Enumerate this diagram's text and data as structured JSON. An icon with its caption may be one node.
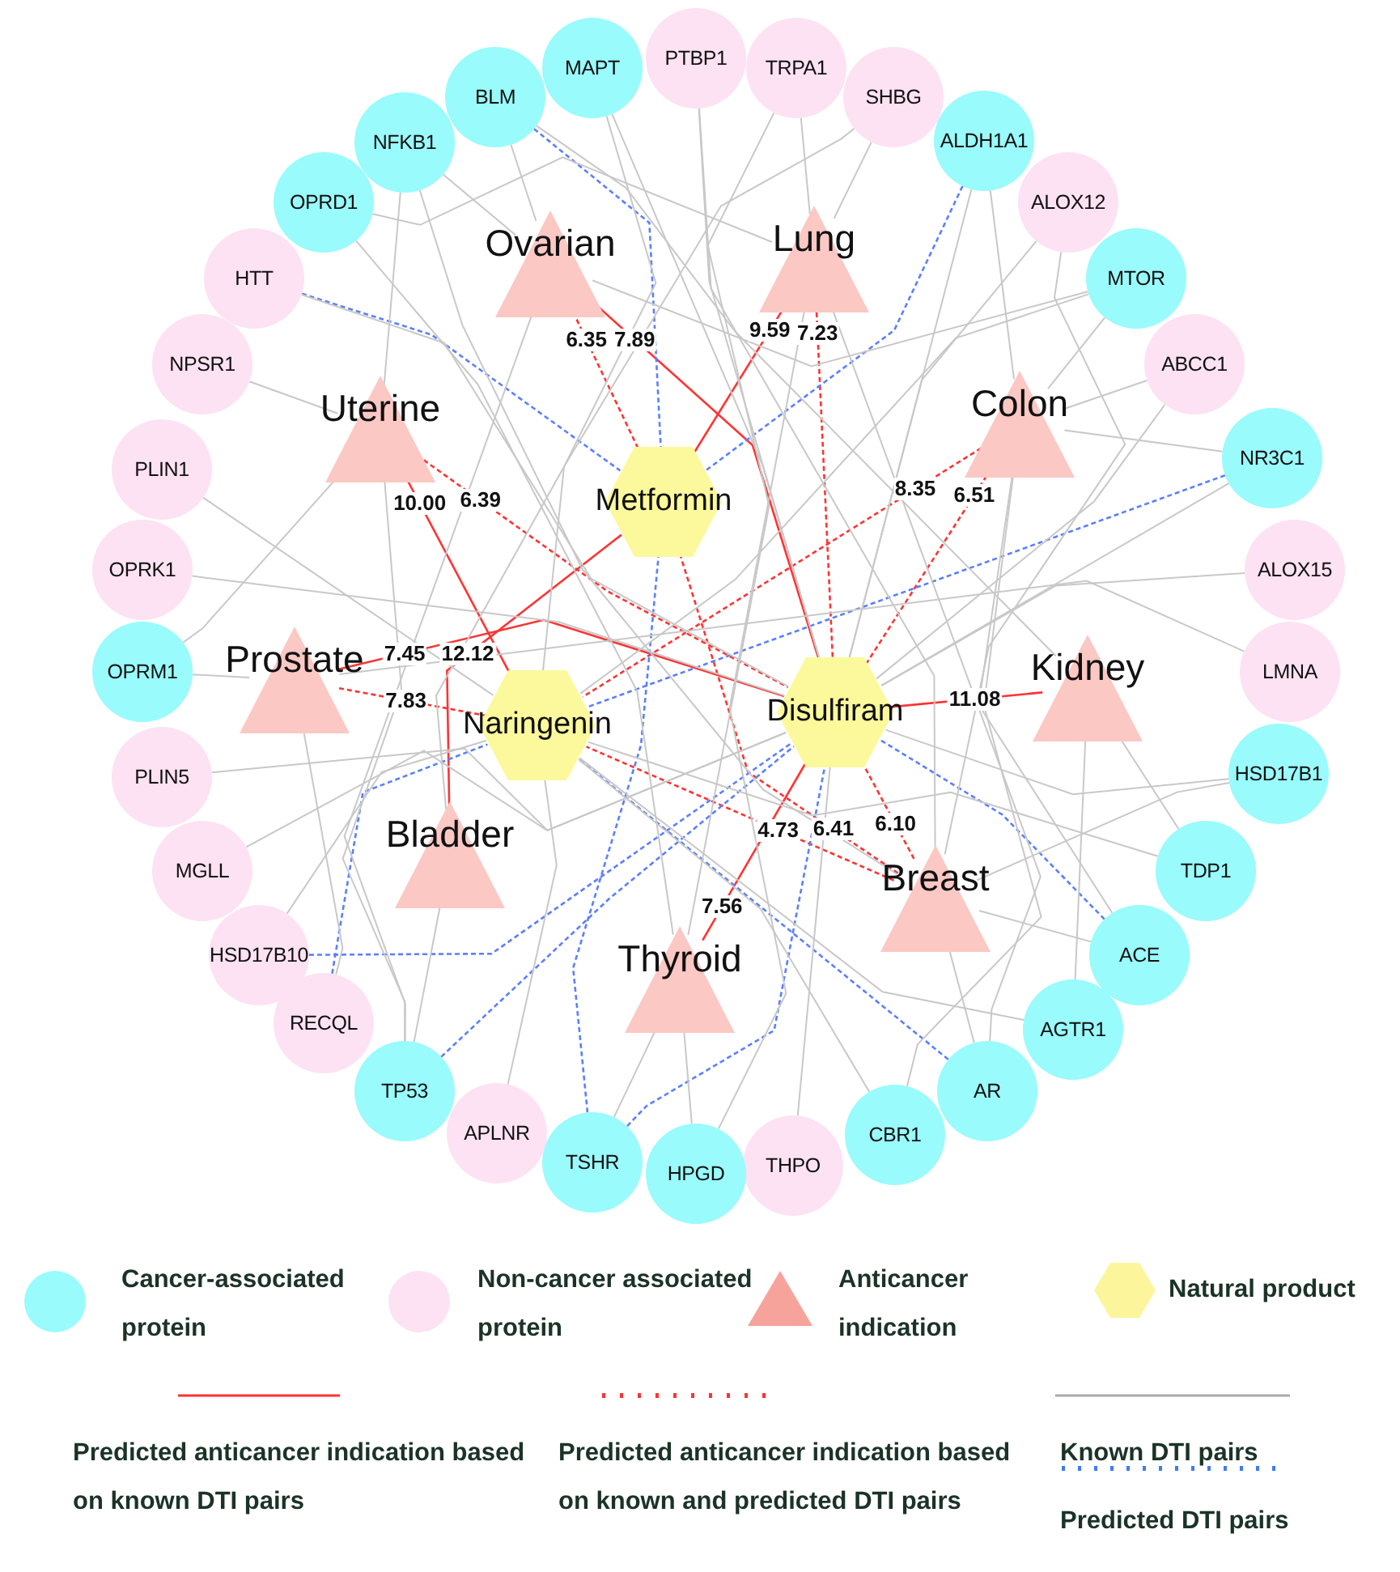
{
  "diagram": {
    "nodes": [
      {
        "text": [
          "PTBP1"
        ]
      },
      {
        "text": [
          "TRPA1"
        ]
      },
      {
        "text": [
          "SHBG"
        ]
      },
      {
        "text": [
          "ALDH1A1"
        ]
      },
      {
        "text": [
          "ALOX12"
        ]
      },
      {
        "text": [
          "MTOR"
        ]
      },
      {
        "text": [
          "ABCC1"
        ]
      },
      {
        "text": [
          "NR3C1"
        ]
      },
      {
        "text": [
          "ALOX15"
        ]
      },
      {
        "text": [
          "LMNA"
        ]
      },
      {
        "text": [
          "HSD17B1"
        ]
      },
      {
        "text": [
          "TDP1"
        ]
      },
      {
        "text": [
          "ACE"
        ]
      },
      {
        "text": [
          "AGTR1"
        ]
      },
      {
        "text": [
          "AR"
        ]
      },
      {
        "text": [
          "CBR1"
        ]
      },
      {
        "text": [
          "THPO"
        ]
      },
      {
        "text": [
          "HPGD"
        ]
      },
      {
        "text": [
          "TSHR"
        ]
      },
      {
        "text": [
          "APLNR"
        ]
      },
      {
        "text": [
          "TP53"
        ]
      },
      {
        "text": [
          "RECQL"
        ]
      },
      {
        "text": [
          "HSD17B10"
        ]
      },
      {
        "text": [
          "MGLL"
        ]
      },
      {
        "text": [
          "PLIN5"
        ]
      },
      {
        "text": [
          "OPRM1"
        ]
      },
      {
        "text": [
          "OPRK1"
        ]
      },
      {
        "text": [
          "PLIN1"
        ]
      },
      {
        "text": [
          "NPSR1"
        ]
      },
      {
        "text": [
          "HTT"
        ]
      },
      {
        "text": [
          "OPRD1"
        ]
      },
      {
        "text": [
          "NFKB1"
        ]
      },
      {
        "text": [
          "BLM"
        ]
      },
      {
        "text": [
          "MAPT"
        ]
      },
      {
        "text": [
          "Ovarian"
        ]
      },
      {
        "text": [
          "Lung"
        ]
      },
      {
        "text": [
          "Uterine"
        ]
      },
      {
        "text": [
          "Colon"
        ]
      },
      {
        "text": [
          "Prostate"
        ]
      },
      {
        "text": [
          "Kidney"
        ]
      },
      {
        "text": [
          "Bladder"
        ]
      },
      {
        "text": [
          "Breast"
        ]
      },
      {
        "text": [
          "Thyroid"
        ]
      },
      {
        "text": [
          "Metformin"
        ]
      },
      {
        "text": [
          "Naringenin"
        ]
      },
      {
        "text": [
          "Disulfiram"
        ]
      }
    ],
    "edges": [
      {
        "from": 34,
        "to": 43,
        "arrow": "none",
        "label": "6.35",
        "style": "dashed",
        "color": "#ff3333"
      },
      {
        "from": 34,
        "to": 45,
        "arrow": "none",
        "label": "7.89",
        "color": "#ff3333"
      },
      {
        "from": 35,
        "to": 43,
        "arrow": "none",
        "label": "9.59",
        "color": "#ff3333"
      },
      {
        "from": 35,
        "to": 45,
        "arrow": "none",
        "label": "7.23",
        "style": "dashed",
        "color": "#ff3333"
      },
      {
        "from": 36,
        "to": 44,
        "arrow": "none",
        "label": "10.00",
        "color": "#ff3333"
      },
      {
        "from": 36,
        "to": 45,
        "arrow": "none",
        "label": "6.39",
        "style": "dashed",
        "color": "#ff3333"
      },
      {
        "from": 37,
        "to": 44,
        "arrow": "none",
        "label": "8.35",
        "style": "dashed",
        "color": "#ff3333"
      },
      {
        "from": 37,
        "to": 45,
        "arrow": "none",
        "label": "6.51",
        "style": "dashed",
        "color": "#ff3333"
      },
      {
        "from": 38,
        "to": 45,
        "arrow": "none",
        "label": "7.45",
        "color": "#ff3333"
      },
      {
        "from": 38,
        "to": 44,
        "arrow": "none",
        "label": "7.83",
        "style": "dashed",
        "color": "#ff3333"
      },
      {
        "from": 39,
        "to": 45,
        "arrow": "none",
        "label": "11.08",
        "color": "#ff3333"
      },
      {
        "from": 40,
        "to": 43,
        "arrow": "none",
        "label": "12.12",
        "color": "#ff3333"
      },
      {
        "from": 41,
        "to": 43,
        "arrow": "none",
        "label": "6.41",
        "style": "dashed",
        "color": "#ff3333"
      },
      {
        "from": 41,
        "to": 45,
        "arrow": "none",
        "label": "6.10",
        "style": "dashed",
        "color": "#ff3333"
      },
      {
        "from": 41,
        "to": 44,
        "arrow": "none",
        "label": "4.73",
        "style": "dashed",
        "color": "#ff3333"
      },
      {
        "from": 42,
        "to": 45,
        "arrow": "none",
        "label": "7.56",
        "color": "#ff3333"
      },
      {
        "from": 32,
        "to": 43,
        "arrow": "none",
        "style": "dashed",
        "color": "#5b7fff"
      },
      {
        "from": 29,
        "to": 43,
        "arrow": "none",
        "style": "dashed",
        "color": "#5b7fff"
      },
      {
        "from": 3,
        "to": 43,
        "arrow": "none",
        "style": "dashed",
        "color": "#5b7fff"
      },
      {
        "from": 7,
        "to": 44,
        "arrow": "none",
        "style": "dashed",
        "color": "#5b7fff"
      },
      {
        "from": 22,
        "to": 45,
        "arrow": "none",
        "style": "dashed",
        "color": "#5b7fff"
      },
      {
        "from": 21,
        "to": 44,
        "arrow": "none",
        "style": "dashed",
        "color": "#5b7fff"
      },
      {
        "from": 20,
        "to": 45,
        "arrow": "none",
        "style": "dashed",
        "color": "#5b7fff"
      },
      {
        "from": 18,
        "to": 43,
        "arrow": "none",
        "style": "dashed",
        "color": "#5b7fff"
      },
      {
        "from": 18,
        "to": 45,
        "arrow": "none",
        "style": "dashed",
        "color": "#5b7fff"
      },
      {
        "from": 12,
        "to": 45,
        "arrow": "none",
        "style": "dashed",
        "color": "#5b7fff"
      },
      {
        "from": 14,
        "to": 44,
        "arrow": "none",
        "style": "dashed",
        "color": "#5b7fff"
      },
      {
        "from": 0,
        "to": 45,
        "arrow": "none"
      },
      {
        "from": 0,
        "to": 41,
        "arrow": "none"
      },
      {
        "from": 1,
        "to": 35,
        "arrow": "none"
      },
      {
        "from": 1,
        "to": 42,
        "arrow": "none"
      },
      {
        "from": 2,
        "to": 35,
        "arrow": "none"
      },
      {
        "from": 2,
        "to": 44,
        "arrow": "none"
      },
      {
        "from": 3,
        "to": 37,
        "arrow": "none"
      },
      {
        "from": 3,
        "to": 45,
        "arrow": "none"
      },
      {
        "from": 4,
        "to": 41,
        "arrow": "none"
      },
      {
        "from": 4,
        "to": 45,
        "arrow": "none"
      },
      {
        "from": 5,
        "to": 34,
        "arrow": "none"
      },
      {
        "from": 5,
        "to": 44,
        "arrow": "none"
      },
      {
        "from": 5,
        "to": 37,
        "arrow": "none"
      },
      {
        "from": 6,
        "to": 37,
        "arrow": "none"
      },
      {
        "from": 6,
        "to": 45,
        "arrow": "none"
      },
      {
        "from": 7,
        "to": 37,
        "arrow": "none"
      },
      {
        "from": 7,
        "to": 45,
        "arrow": "none"
      },
      {
        "from": 8,
        "to": 45,
        "arrow": "none"
      },
      {
        "from": 9,
        "to": 38,
        "arrow": "none"
      },
      {
        "from": 10,
        "to": 45,
        "arrow": "none"
      },
      {
        "from": 10,
        "to": 41,
        "arrow": "none"
      },
      {
        "from": 11,
        "to": 44,
        "arrow": "none"
      },
      {
        "from": 11,
        "to": 39,
        "arrow": "none"
      },
      {
        "from": 12,
        "to": 41,
        "arrow": "none"
      },
      {
        "from": 12,
        "to": 37,
        "arrow": "none"
      },
      {
        "from": 13,
        "to": 39,
        "arrow": "none"
      },
      {
        "from": 13,
        "to": 44,
        "arrow": "none"
      },
      {
        "from": 14,
        "to": 35,
        "arrow": "none"
      },
      {
        "from": 14,
        "to": 41,
        "arrow": "none"
      },
      {
        "from": 15,
        "to": 37,
        "arrow": "none"
      },
      {
        "from": 15,
        "to": 44,
        "arrow": "none"
      },
      {
        "from": 16,
        "to": 45,
        "arrow": "none"
      },
      {
        "from": 17,
        "to": 42,
        "arrow": "none"
      },
      {
        "from": 17,
        "to": 35,
        "arrow": "none"
      },
      {
        "from": 18,
        "to": 42,
        "arrow": "none"
      },
      {
        "from": 19,
        "to": 44,
        "arrow": "none"
      },
      {
        "from": 20,
        "to": 40,
        "arrow": "none"
      },
      {
        "from": 20,
        "to": 36,
        "arrow": "none"
      },
      {
        "from": 20,
        "to": 34,
        "arrow": "none"
      },
      {
        "from": 21,
        "to": 38,
        "arrow": "none"
      },
      {
        "from": 22,
        "to": 44,
        "arrow": "none"
      },
      {
        "from": 23,
        "to": 45,
        "arrow": "none"
      },
      {
        "from": 24,
        "to": 45,
        "arrow": "none"
      },
      {
        "from": 25,
        "to": 38,
        "arrow": "none"
      },
      {
        "from": 25,
        "to": 36,
        "arrow": "none"
      },
      {
        "from": 26,
        "to": 45,
        "arrow": "none"
      },
      {
        "from": 27,
        "to": 44,
        "arrow": "none"
      },
      {
        "from": 28,
        "to": 36,
        "arrow": "none"
      },
      {
        "from": 29,
        "to": 45,
        "arrow": "none"
      },
      {
        "from": 30,
        "to": 35,
        "arrow": "none"
      },
      {
        "from": 30,
        "to": 42,
        "arrow": "none"
      },
      {
        "from": 31,
        "to": 34,
        "arrow": "none"
      },
      {
        "from": 31,
        "to": 36,
        "arrow": "none"
      },
      {
        "from": 31,
        "to": 41,
        "arrow": "none"
      },
      {
        "from": 32,
        "to": 34,
        "arrow": "none"
      },
      {
        "from": 32,
        "to": 39,
        "arrow": "none"
      },
      {
        "from": 33,
        "to": 40,
        "arrow": "none"
      },
      {
        "from": 33,
        "to": 45,
        "arrow": "none"
      }
    ],
    "legend": [
      {
        "text": "Cancer-associated protein",
        "color": "#99fbfb"
      },
      {
        "text": "Non-cancer associated protein",
        "color": "#fde2f3"
      },
      {
        "text": "Anticancer indication",
        "color": "#f6a39c"
      },
      {
        "text": "Natural product",
        "color": "#fdf59c"
      },
      {
        "text": "Predicted anticancer indication based on known DTI pairs"
      },
      {
        "text": "Predicted anticancer indication based on known and predicted DTI pairs"
      },
      {
        "text": "Known DTI pairs"
      },
      {
        "text": "Predicted DTI pairs"
      }
    ]
  }
}
